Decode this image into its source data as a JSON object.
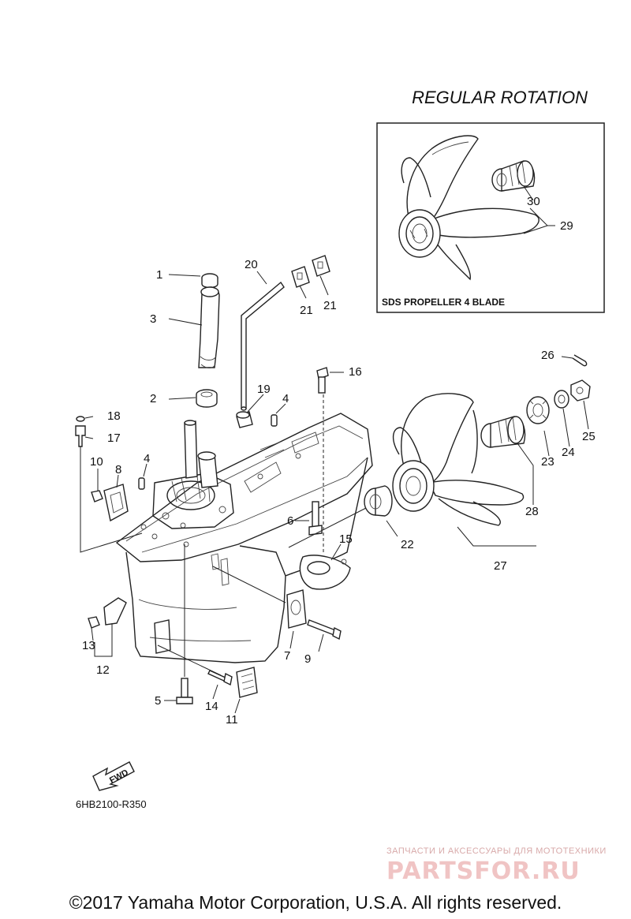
{
  "inset": {
    "title": "REGULAR ROTATION",
    "caption": "SDS PROPELLER 4 BLADE"
  },
  "callouts": [
    {
      "id": "c1",
      "label": "1"
    },
    {
      "id": "c2",
      "label": "2"
    },
    {
      "id": "c3",
      "label": "3"
    },
    {
      "id": "c4a",
      "label": "4"
    },
    {
      "id": "c4b",
      "label": "4"
    },
    {
      "id": "c5",
      "label": "5"
    },
    {
      "id": "c6",
      "label": "6"
    },
    {
      "id": "c7",
      "label": "7"
    },
    {
      "id": "c8",
      "label": "8"
    },
    {
      "id": "c9",
      "label": "9"
    },
    {
      "id": "c10",
      "label": "10"
    },
    {
      "id": "c11",
      "label": "11"
    },
    {
      "id": "c12",
      "label": "12"
    },
    {
      "id": "c13",
      "label": "13"
    },
    {
      "id": "c14",
      "label": "14"
    },
    {
      "id": "c15",
      "label": "15"
    },
    {
      "id": "c16",
      "label": "16"
    },
    {
      "id": "c17",
      "label": "17"
    },
    {
      "id": "c18",
      "label": "18"
    },
    {
      "id": "c19",
      "label": "19"
    },
    {
      "id": "c20",
      "label": "20"
    },
    {
      "id": "c21a",
      "label": "21"
    },
    {
      "id": "c21b",
      "label": "21"
    },
    {
      "id": "c22",
      "label": "22"
    },
    {
      "id": "c23",
      "label": "23"
    },
    {
      "id": "c24",
      "label": "24"
    },
    {
      "id": "c25",
      "label": "25"
    },
    {
      "id": "c26",
      "label": "26"
    },
    {
      "id": "c27",
      "label": "27"
    },
    {
      "id": "c28",
      "label": "28"
    },
    {
      "id": "c29",
      "label": "29"
    },
    {
      "id": "c30",
      "label": "30"
    }
  ],
  "fwd_label": "FWD",
  "diagram_code": "6HB2100-R350",
  "watermark": {
    "tagline": "ЗАПЧАСТИ И АКСЕССУАРЫ ДЛЯ МОТОТЕХНИКИ",
    "brand": "PARTSFOR.RU"
  },
  "copyright": "©2017 Yamaha Motor Corporation, U.S.A. All rights reserved."
}
